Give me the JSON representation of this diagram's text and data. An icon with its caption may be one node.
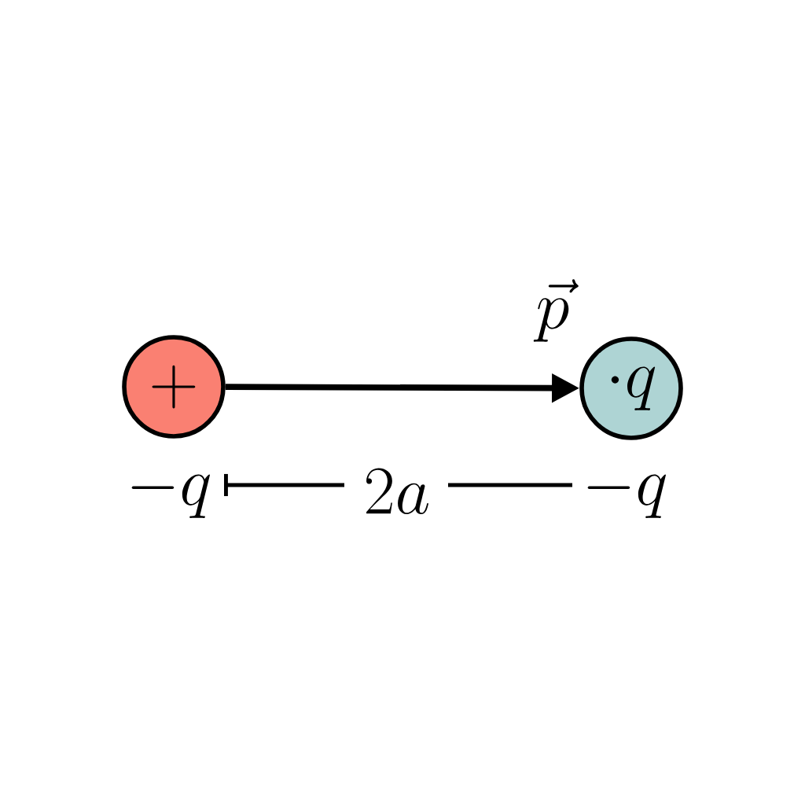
{
  "diagram": {
    "nodes": [
      {
        "text": [
          "+"
        ]
      },
      {
        "text": [
          "\\cdot q"
        ]
      }
    ],
    "edges": [
      {
        "from": 0,
        "to": 1,
        "arrow": "to",
        "label": "\\vec{p}"
      }
    ],
    "labels": [
      "-q",
      "2a",
      "-q"
    ]
  }
}
